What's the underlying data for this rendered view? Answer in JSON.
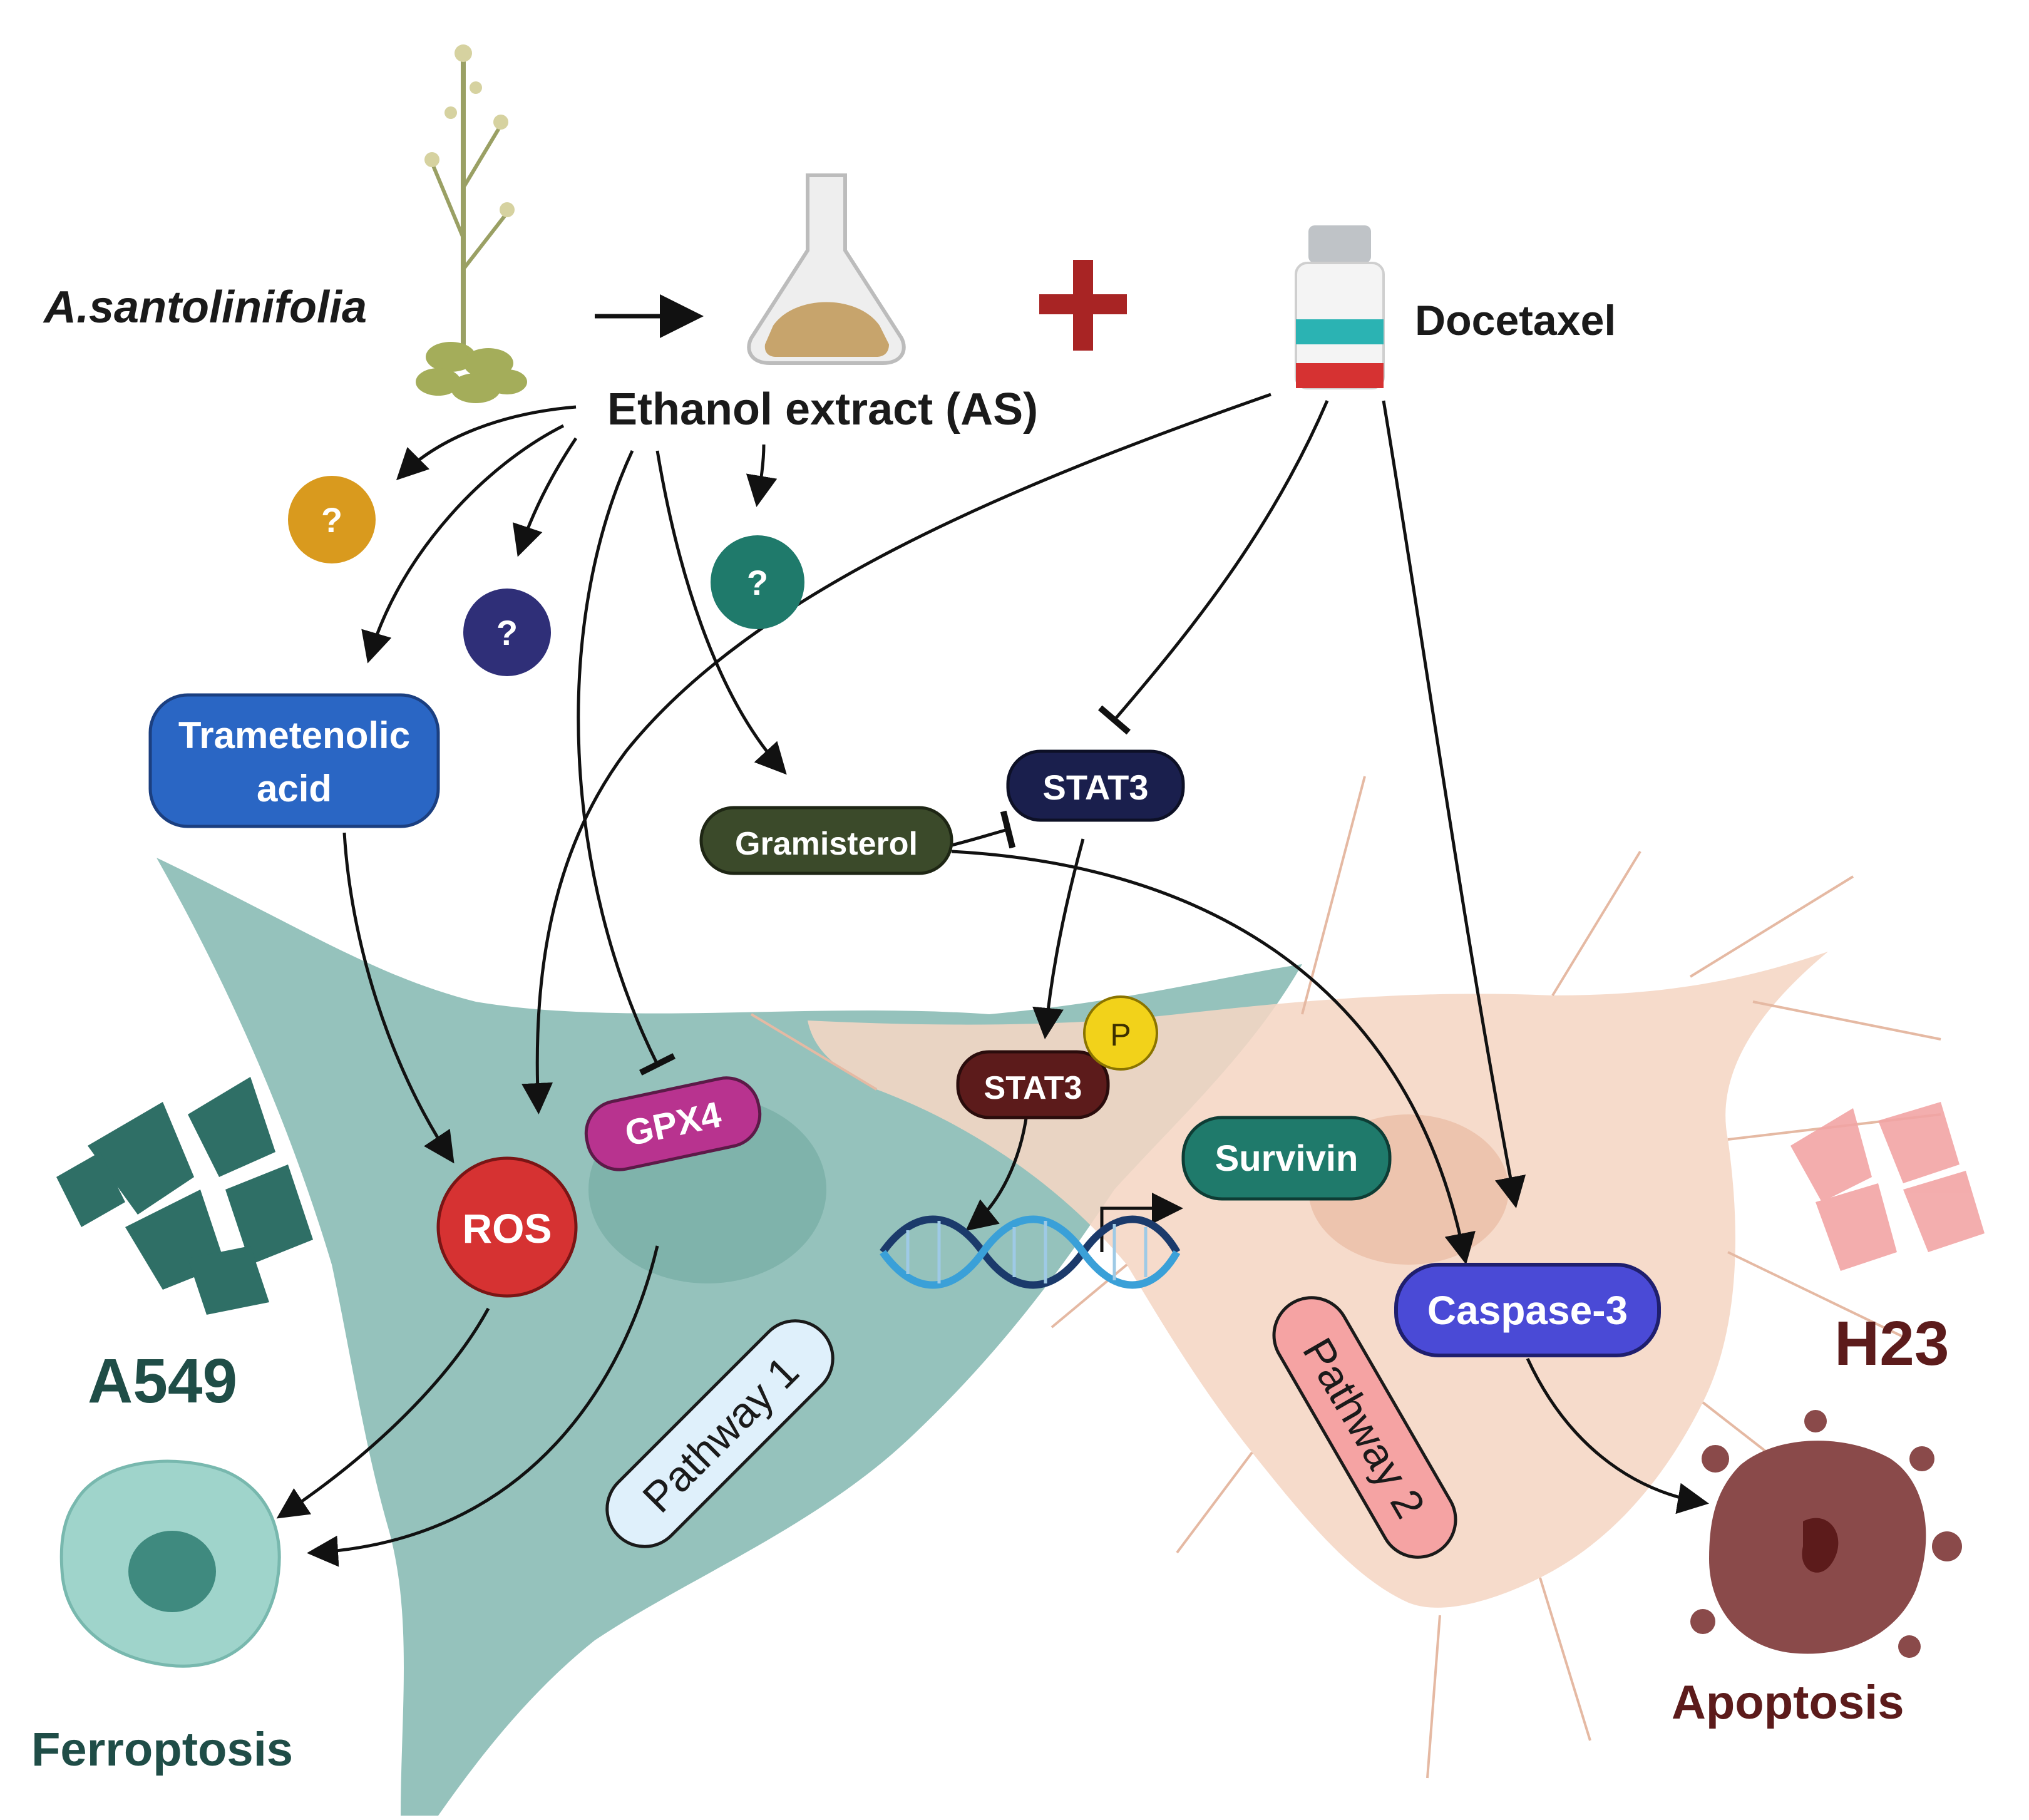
{
  "title_plant": "A.santolinifolia",
  "extract_label": "Ethanol extract (AS)",
  "drug_label": "Docetaxel",
  "unknown_mark": "?",
  "nodes": {
    "trametenolic_line1": "Trametenolic",
    "trametenolic_line2": "acid",
    "gramisterol": "Gramisterol",
    "stat3": "STAT3",
    "stat3_p": "STAT3",
    "phospho": "P",
    "gpx4": "GPX4",
    "ros": "ROS",
    "survivin": "Survivin",
    "caspase3": "Caspase-3"
  },
  "cells": {
    "a549": "A549",
    "h23": "H23"
  },
  "outcomes": {
    "ferroptosis": "Ferroptosis",
    "apoptosis": "Apoptosis"
  },
  "pathways": {
    "p1": "Pathway 1",
    "p2": "Pathway 2"
  },
  "colors": {
    "teal_cell": "#8fbfb8",
    "peach_cell": "#f5d6c4",
    "trametenolic": "#2a66c4",
    "gramisterol": "#3b4a2a",
    "stat3": "#1a1f4d",
    "stat3_p": "#5c1b1b",
    "gpx4": "#b8338f",
    "ros": "#d63232",
    "survivin": "#1f7a6b",
    "caspase3": "#4a4ad6",
    "phospho": "#f2d21a",
    "q_orange": "#d99a1e",
    "q_navy": "#2f2f78",
    "q_teal": "#1f7a6b",
    "a549_text": "#1f4d47",
    "h23_text": "#5c1b1b",
    "plus": "#a82424"
  }
}
